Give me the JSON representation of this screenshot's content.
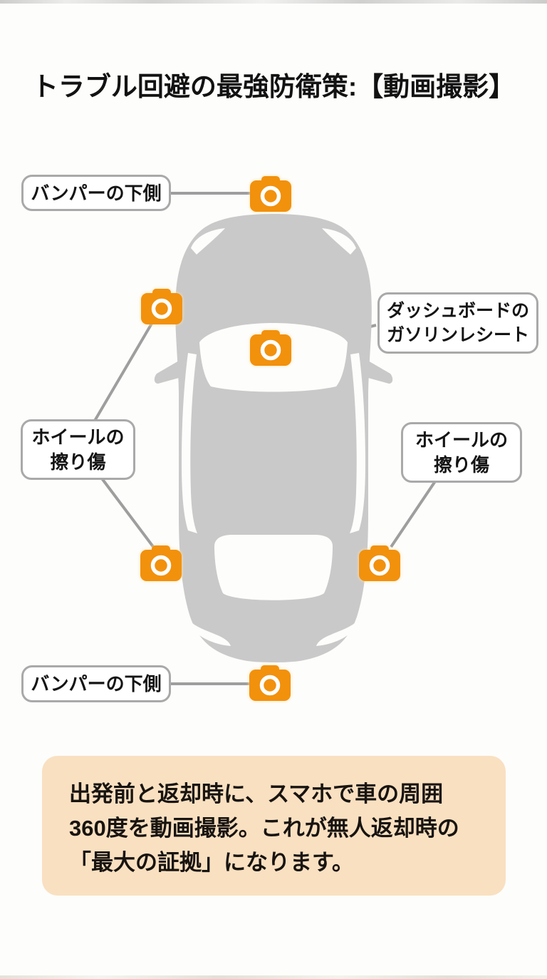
{
  "title": {
    "text": "トラブル回避の最強防衛策:【動画撮影】"
  },
  "labels": {
    "bumper_top": {
      "text": "バンパーの下側"
    },
    "dashboard": {
      "line1": "ダッシュボードの",
      "line2": "ガソリンレシート"
    },
    "wheel_left": {
      "line1": "ホイールの",
      "line2": "擦り傷"
    },
    "wheel_right": {
      "line1": "ホイールの",
      "line2": "擦り傷"
    },
    "bumper_bottom": {
      "text": "バンパーの下側"
    }
  },
  "note": {
    "line1": "出発前と返却時に、スマホで車の周囲",
    "line2": "360度を動画撮影。これが無人返却時の",
    "line3": "「最大の証拠」になります。"
  },
  "markers": [
    {
      "icon": "camera-icon",
      "location": "front-bumper-underside"
    },
    {
      "icon": "camera-icon",
      "location": "front-left-wheel"
    },
    {
      "icon": "camera-icon",
      "location": "dashboard-gas-receipt"
    },
    {
      "icon": "camera-icon",
      "location": "rear-left-wheel"
    },
    {
      "icon": "camera-icon",
      "location": "rear-right-wheel"
    },
    {
      "icon": "camera-icon",
      "location": "rear-bumper-underside"
    }
  ],
  "colors": {
    "camera_orange": "#F2910C",
    "car_gray": "#C9C9C9",
    "label_border": "#A9A9A9",
    "connector_gray": "#9E9E9E",
    "note_bg": "#F9E0C1",
    "text": "#141414",
    "background": "#FDFDFB"
  }
}
